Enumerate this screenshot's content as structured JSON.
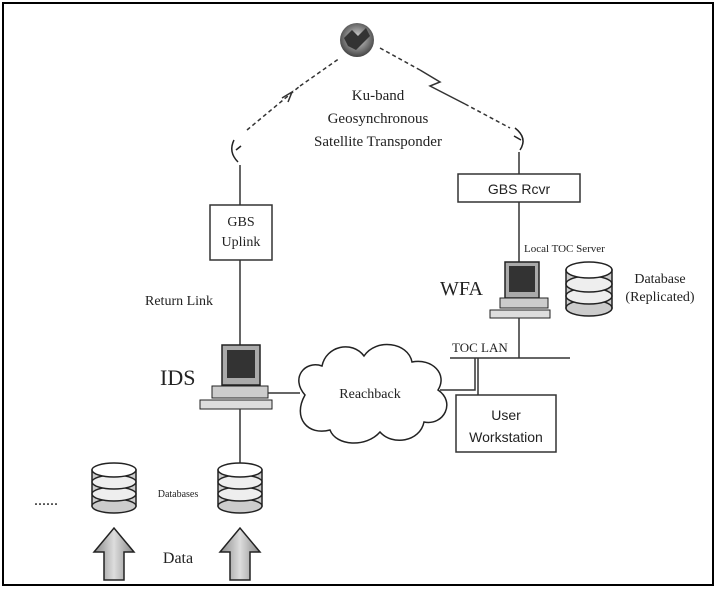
{
  "satellite": {
    "label_line1": "Ku-band",
    "label_line2": "Geosynchronous",
    "label_line3": "Satellite Transponder"
  },
  "gbs_uplink": {
    "line1": "GBS",
    "line2": "Uplink"
  },
  "gbs_receiver": {
    "label": "GBS Rcvr"
  },
  "return_link": "Return Link",
  "ids": "IDS",
  "reachback": "Reachback",
  "toc_lan": "TOC LAN",
  "local_toc_server": "Local TOC Server",
  "wfa": "WFA",
  "database_replicated": {
    "line1": "Database",
    "line2": "(Replicated)"
  },
  "user_workstation": {
    "line1": "User",
    "line2": "Workstation"
  },
  "databases_label": "Databases",
  "ellipsis": "......",
  "data_label": "Data"
}
